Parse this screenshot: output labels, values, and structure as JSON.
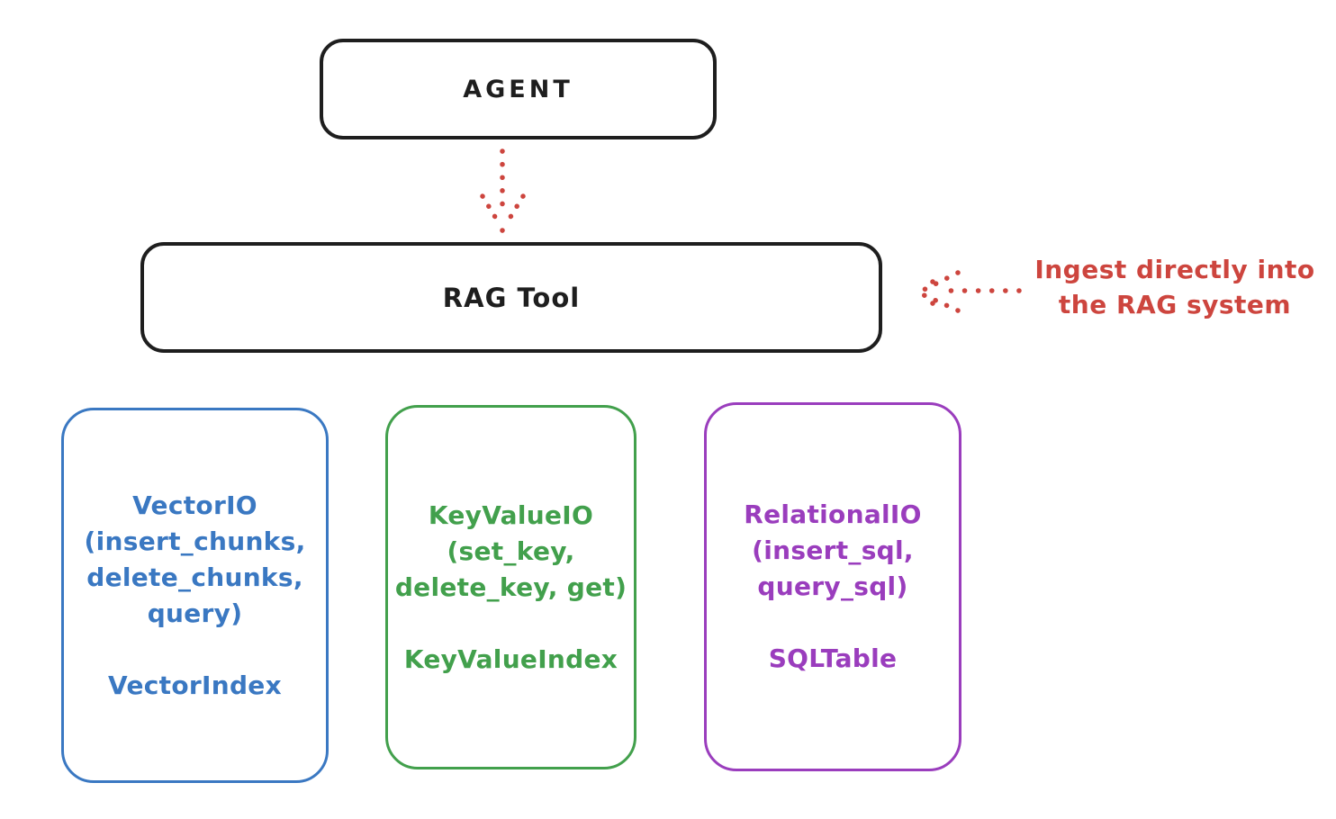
{
  "nodes": {
    "agent": {
      "label": "AGENT"
    },
    "rag_tool": {
      "label": "RAG Tool"
    }
  },
  "annotation": {
    "line1": "Ingest directly into",
    "line2": "the RAG system"
  },
  "io_boxes": [
    {
      "name": "vector-io",
      "color": "#3a78c2",
      "lines": [
        "VectorIO",
        "(insert_chunks,",
        "delete_chunks,",
        "query)"
      ],
      "index_label": "VectorIndex"
    },
    {
      "name": "keyvalue-io",
      "color": "#42a04c",
      "lines": [
        "KeyValueIO",
        "(set_key,",
        "delete_key, get)"
      ],
      "index_label": "KeyValueIndex"
    },
    {
      "name": "relational-io",
      "color": "#9a3dbd",
      "lines": [
        "RelationalIO",
        "(insert_sql,",
        "query_sql)"
      ],
      "index_label": "SQLTable"
    }
  ],
  "arrows": {
    "agent_to_rag": "dotted-down-arrow",
    "annotation_to_rag": "dotted-left-arrow"
  },
  "colors": {
    "stroke": "#1e1e1e",
    "arrow_red": "#cd453e",
    "vector_blue": "#3a78c2",
    "keyvalue_green": "#42a04c",
    "relational_purple": "#9a3dbd",
    "background": "#ffffff"
  }
}
